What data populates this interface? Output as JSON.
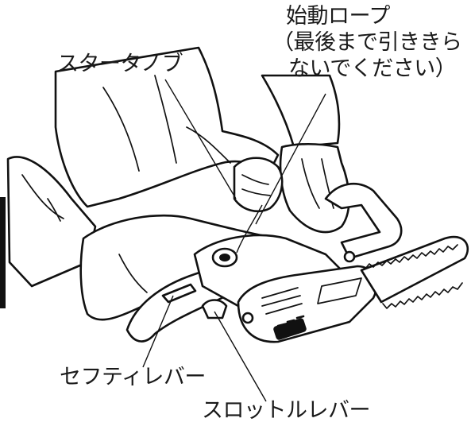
{
  "labels": {
    "starter_rope": "始動ロープ",
    "rope_note_line1": "（最後まで引ききら",
    "rope_note_line2": "ないでください）",
    "starter_knob": "スタータノブ",
    "safety_lever": "セフティレバー",
    "throttle_lever": "スロットルレバー"
  },
  "colors": {
    "line": "#111111",
    "background": "#ffffff"
  }
}
